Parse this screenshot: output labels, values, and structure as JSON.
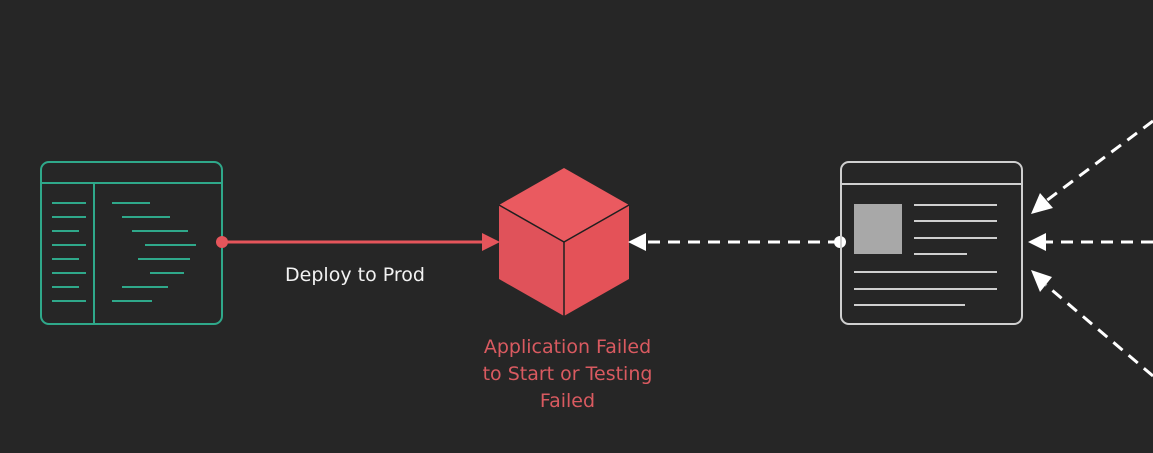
{
  "edges": {
    "deploy": {
      "label": "Deploy to Prod"
    }
  },
  "nodes": {
    "application": {
      "status_lines": [
        "Application Failed",
        "to Start or Testing",
        "Failed"
      ]
    },
    "source_code": {
      "icon": "code-editor-icon"
    },
    "app_cube": {
      "icon": "cube-icon"
    },
    "client_page": {
      "icon": "webpage-icon"
    }
  },
  "colors": {
    "background": "#262626",
    "code_panel": "#2fa88a",
    "failure": "#e5555b",
    "failure_text": "#d95a60",
    "client_panel": "#cfcfcf",
    "dashed_arrows": "#ffffff"
  }
}
